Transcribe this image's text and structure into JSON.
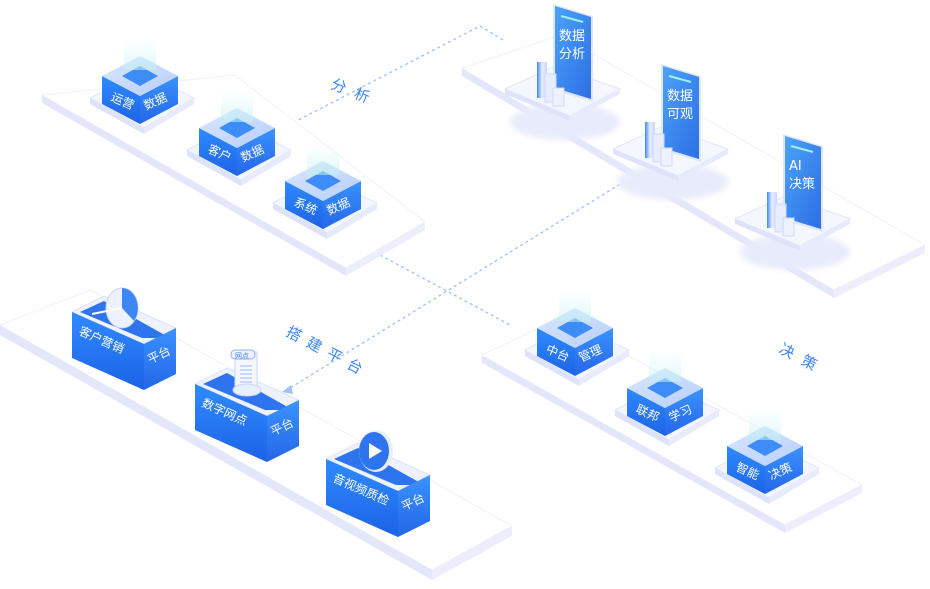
{
  "colors": {
    "accent": "#3f86f5",
    "accent_dark": "#1f6ef0",
    "accent_light": "#5aa8ff",
    "platform": "#f3f4fd",
    "platform_edge": "#e3e6fa",
    "dash": "#9cc2f7",
    "label_text": "#3b86f2"
  },
  "sections": {
    "data_sources": {
      "flow_label": "分析",
      "blocks": [
        {
          "left": "运营",
          "right": "数据"
        },
        {
          "left": "客户",
          "right": "数据"
        },
        {
          "left": "系统",
          "right": "数据"
        }
      ]
    },
    "analysis": {
      "tablets": [
        {
          "line1": "数据",
          "line2": "分析"
        },
        {
          "line1": "数据",
          "line2": "可观"
        },
        {
          "line1": "AI",
          "line2": "决策"
        }
      ]
    },
    "platforms": {
      "flow_label": "搭建平台",
      "boxes": [
        {
          "left": "客户营销",
          "right": "平台",
          "icon": "pie-chart-icon"
        },
        {
          "left": "数字网点",
          "right": "平台",
          "icon": "scroll-icon",
          "scroll_tag": "网点"
        },
        {
          "left": "音视频质检",
          "right": "平台",
          "icon": "play-icon"
        }
      ]
    },
    "decision": {
      "flow_label": "决策",
      "blocks": [
        {
          "left": "中台",
          "right": "管理"
        },
        {
          "left": "联邦",
          "right": "学习"
        },
        {
          "left": "智能",
          "right": "决策"
        }
      ]
    }
  }
}
